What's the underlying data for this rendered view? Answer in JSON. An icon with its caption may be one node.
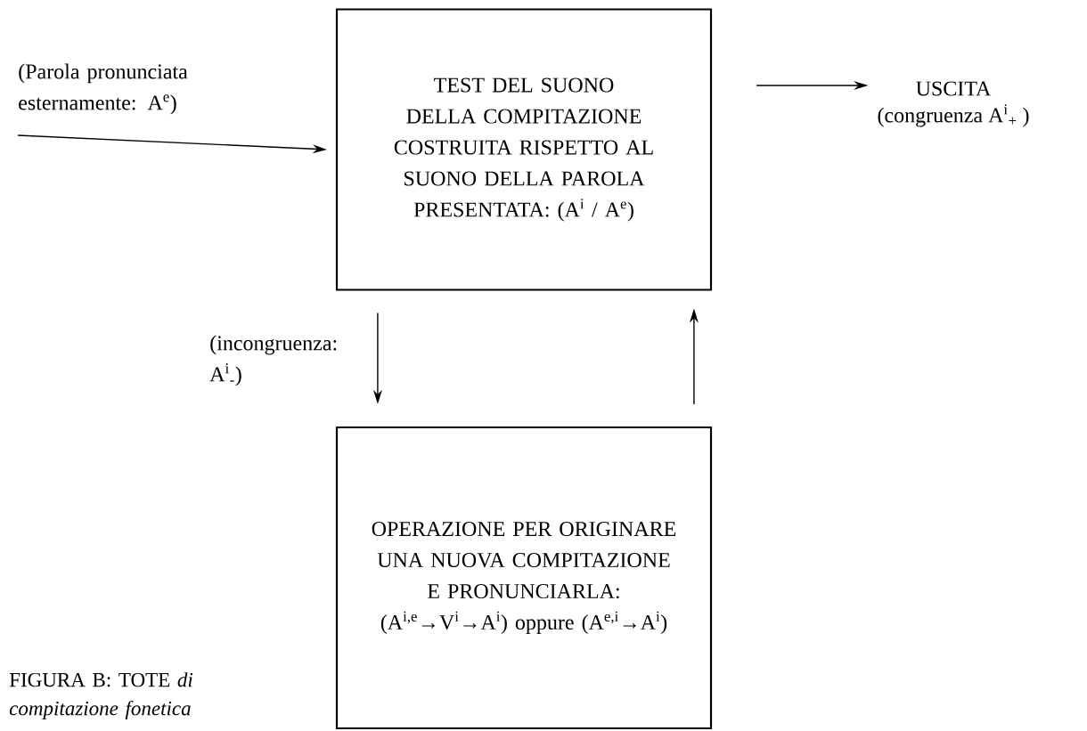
{
  "diagram": {
    "caption": "FIGURA B: TOTE *di compitazione fonetica*",
    "nodes": [
      {
        "text": [
          "TEST DEL SUONO DELLA COMPITAZIONE COSTRUITA RISPETTO AL SUONO DELLA PAROLA PRESENTATA: (A$^{i}$ / A$^{e}$)"
        ]
      },
      {
        "text": [
          "OPERAZIONE PER ORIGINARE UNA NUOVA COMPITAZIONE E PRONUNCIARLA: (A$^{i,e}$→V$^{i}$→A$^{i}$) oppure (A$^{e,i}$→A$^{i}$)"
        ]
      },
      {
        "text": [
          "USCITA",
          "(congruenza A$^{i}$$_{+}$ )"
        ]
      }
    ],
    "edges": [
      {
        "from": null,
        "to": 0,
        "arrow": "to",
        "label": "(Parola pronunciata esternamente: A$^{e}$)"
      },
      {
        "from": 0,
        "to": 2,
        "arrow": "to"
      },
      {
        "from": 0,
        "to": 1,
        "arrow": "to",
        "label": "(incongruenza: A$^{i}$$_{-}$)"
      },
      {
        "from": 1,
        "to": 0,
        "arrow": "to"
      }
    ]
  }
}
